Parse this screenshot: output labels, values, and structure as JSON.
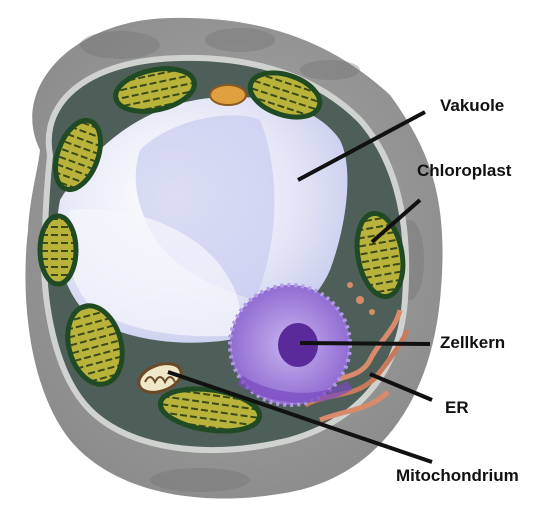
{
  "labels": {
    "vakuole": "Vakuole",
    "chloroplast": "Chloroplast",
    "zellkern": "Zellkern",
    "er": "ER",
    "mitochondrium": "Mitochondrium"
  },
  "colors": {
    "outer_wall": "#8f8f8f",
    "wall_rim": "#b9bbb9",
    "cytoplasm_band": "#4a5a55",
    "vacuole": "#d9dcf3",
    "vacuole_shade": "#bcc0ea",
    "chloroplast_body": "#b7b13a",
    "chloroplast_edge": "#1f4a23",
    "nucleus": "#a88ce0",
    "nucleolus": "#5a2a9a",
    "er": "#d98a6a",
    "mitochondrium": "#f0e6c8",
    "leader_line": "#111111"
  },
  "icons": {
    "chloroplast": "chloroplast-icon",
    "mitochondrium": "mitochondrium-icon",
    "zellkern": "nucleus-icon"
  }
}
